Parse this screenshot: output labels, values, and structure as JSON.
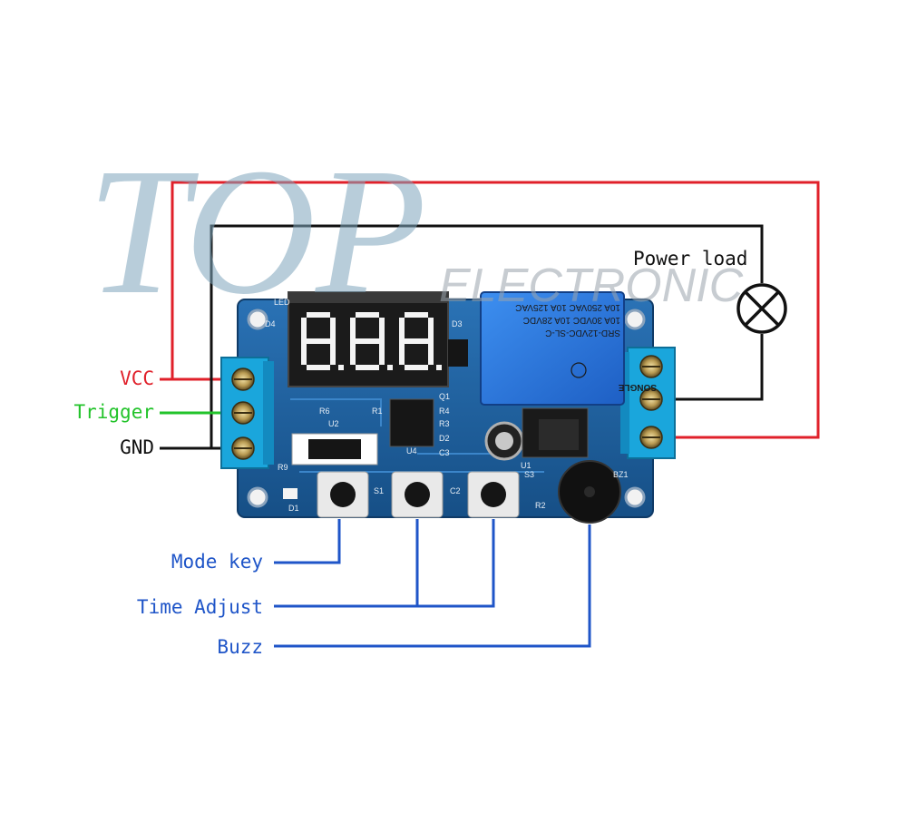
{
  "watermark": {
    "logo": "TOP",
    "brand": "ELECTRONIC"
  },
  "labels": {
    "vcc": "VCC",
    "trigger": "Trigger",
    "gnd": "GND",
    "power_load": "Power load",
    "mode_key": "Mode key",
    "time_adjust": "Time Adjust",
    "buzz": "Buzz"
  },
  "relay": {
    "line1": "10A 250VAC  10A 125VAC",
    "line2": "10A 30VDC  10A 28VDC",
    "model": "SRD-12VDC-SL-C",
    "brand": "SONGLE"
  },
  "silkscreen": {
    "d4": "D4",
    "led": "LED",
    "d3": "D3",
    "q1": "Q1",
    "r4": "R4",
    "d2": "D2",
    "r3": "R3",
    "c3": "C3",
    "r6": "R6",
    "r1": "R1",
    "u2": "U2",
    "u4": "U4",
    "u1": "U1",
    "r9": "R9",
    "d1": "D1",
    "s1": "S1",
    "c2": "C2",
    "s3": "S3",
    "r2": "R2",
    "bz1": "BZ1"
  },
  "colors": {
    "vcc_wire": "#e0202a",
    "trigger_wire": "#22c32a",
    "gnd_wire": "#111111",
    "callout_wire": "#1f55c8",
    "board": "#1c5f9e",
    "terminal": "#1aa6dc"
  }
}
